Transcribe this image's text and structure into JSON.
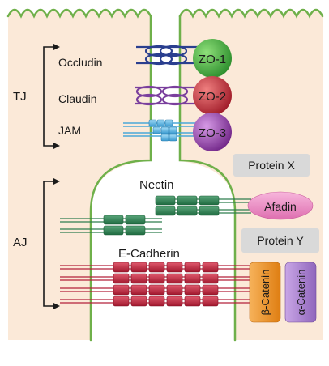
{
  "tight_junction": {
    "group_label": "TJ",
    "proteins": [
      "Occludin",
      "Claudin",
      "JAM"
    ],
    "zo_proteins": [
      "ZO-1",
      "ZO-2",
      "ZO-3"
    ]
  },
  "adherens_junction": {
    "group_label": "AJ",
    "proteins": [
      "Nectin",
      "E-Cadherin"
    ],
    "nectin_partner": "Afadin",
    "cadherin_partners": [
      "β-Catenin",
      "α-Catenin"
    ]
  },
  "unknown_proteins": [
    "Protein X",
    "Protein Y"
  ],
  "colors": {
    "cell_fill": "#fbe9d8",
    "membrane": "#6fb04a",
    "bracket": "#1a1a1a",
    "occludin": "#2a3f8f",
    "claudin": "#7a3f9d",
    "jam": "#4aa8d8",
    "zo1": "#3aa53a",
    "zo2": "#c0303a",
    "zo3": "#8e3aa0",
    "nectin": "#2e7d4e",
    "cadherin": "#b3203a",
    "afadin": "#e070b0",
    "beta_catenin": "#e98c20",
    "alpha_catenin": "#9b6cc0",
    "unknown_box": "#d9d9d9"
  }
}
